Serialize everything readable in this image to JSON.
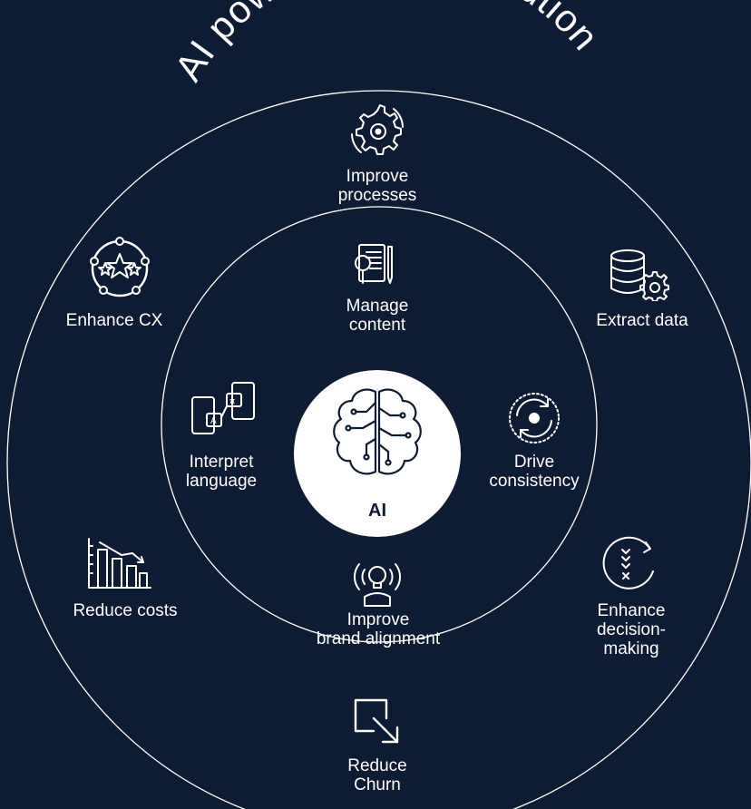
{
  "title": "AI powered CCM Solution",
  "center": {
    "label": "AI",
    "icon": "brain-circuit-icon"
  },
  "colors": {
    "background": "#0d1b33",
    "foreground": "#ffffff"
  },
  "inner_ring": [
    {
      "id": "manage-content",
      "line1": "Manage",
      "line2": "content",
      "icon": "document-magnifier-icon"
    },
    {
      "id": "interpret-language",
      "line1": "Interpret",
      "line2": "language",
      "icon": "phones-translate-icon"
    },
    {
      "id": "drive-consistency",
      "line1": "Drive",
      "line2": "consistency",
      "icon": "refresh-target-icon"
    },
    {
      "id": "improve-brand-alignment",
      "line1": "Improve",
      "line2": "brand alignment",
      "icon": "lightbulb-person-icon"
    }
  ],
  "outer_ring": [
    {
      "id": "improve-processes",
      "line1": "Improve",
      "line2": "processes",
      "icon": "gear-cycle-icon"
    },
    {
      "id": "enhance-cx",
      "line1": "Enhance CX",
      "icon": "stars-circle-icon"
    },
    {
      "id": "extract-data",
      "line1": "Extract data",
      "icon": "database-gear-icon"
    },
    {
      "id": "reduce-costs",
      "line1": "Reduce costs",
      "icon": "declining-bar-chart-icon"
    },
    {
      "id": "enhance-decision-making",
      "line1": "Enhance",
      "line2": "decision-",
      "line3": "making",
      "icon": "decision-checklist-icon"
    },
    {
      "id": "reduce-churn",
      "line1": "Reduce",
      "line2": "Churn",
      "icon": "exit-arrow-box-icon"
    }
  ]
}
